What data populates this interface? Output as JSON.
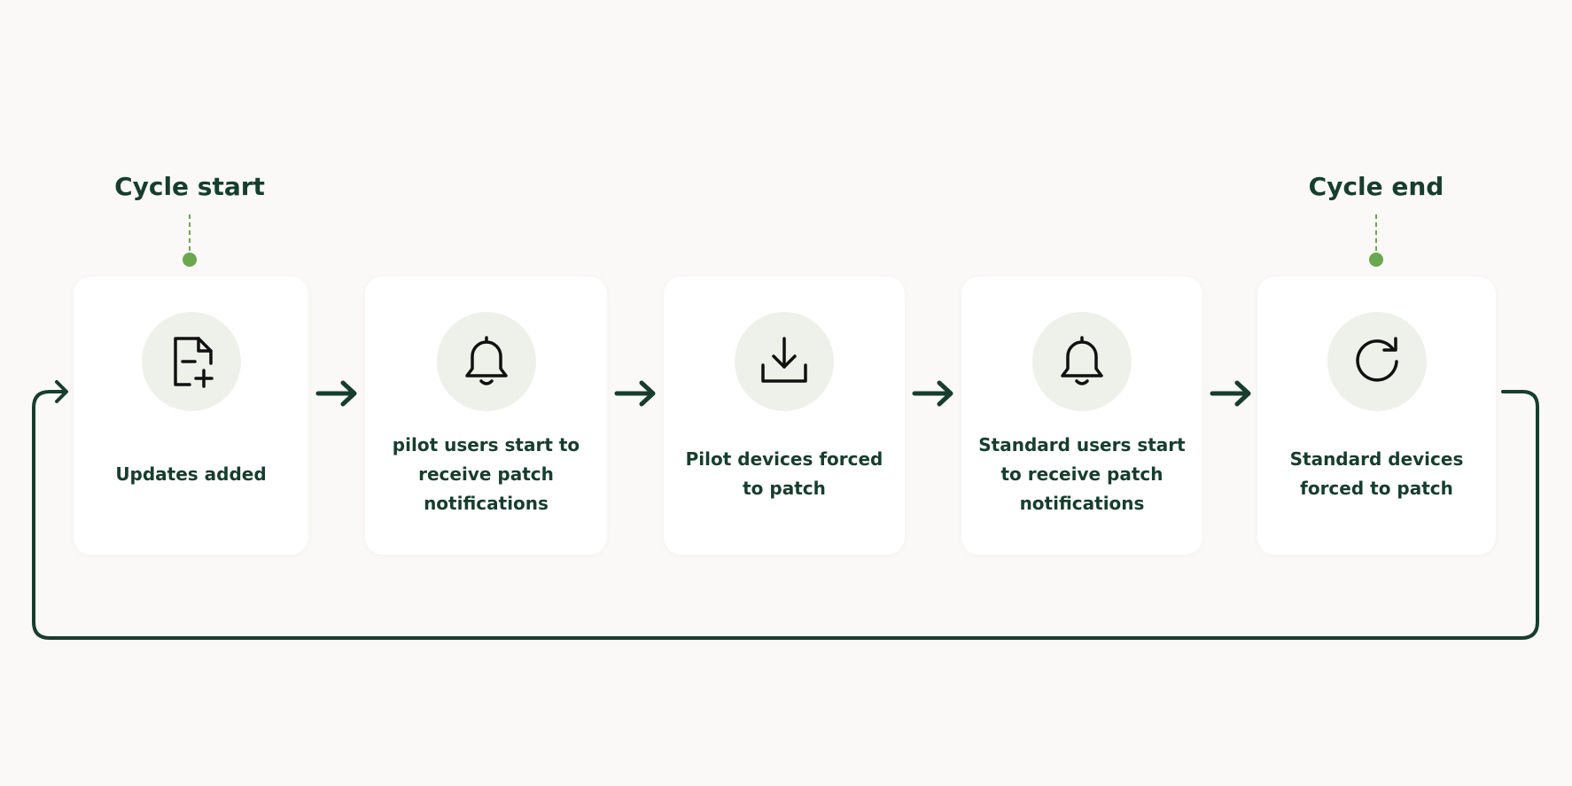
{
  "milestones": {
    "start": "Cycle start",
    "end": "Cycle end"
  },
  "steps": [
    {
      "label": "Updates added",
      "icon": "file-plus-icon"
    },
    {
      "label": "pilot users start to receive patch notifications",
      "icon": "bell-icon"
    },
    {
      "label": "Pilot devices forced to patch",
      "icon": "download-icon"
    },
    {
      "label": "Standard users start to receive patch notifications",
      "icon": "bell-icon"
    },
    {
      "label": "Standard devices forced to patch",
      "icon": "refresh-icon"
    }
  ],
  "colors": {
    "background": "#faf9f8",
    "card": "#ffffff",
    "icon_circle": "#eef1ea",
    "text": "#173d2e",
    "arrow": "#173d2e",
    "milestone_dot": "#6aa84f",
    "icon_stroke": "#111111"
  }
}
